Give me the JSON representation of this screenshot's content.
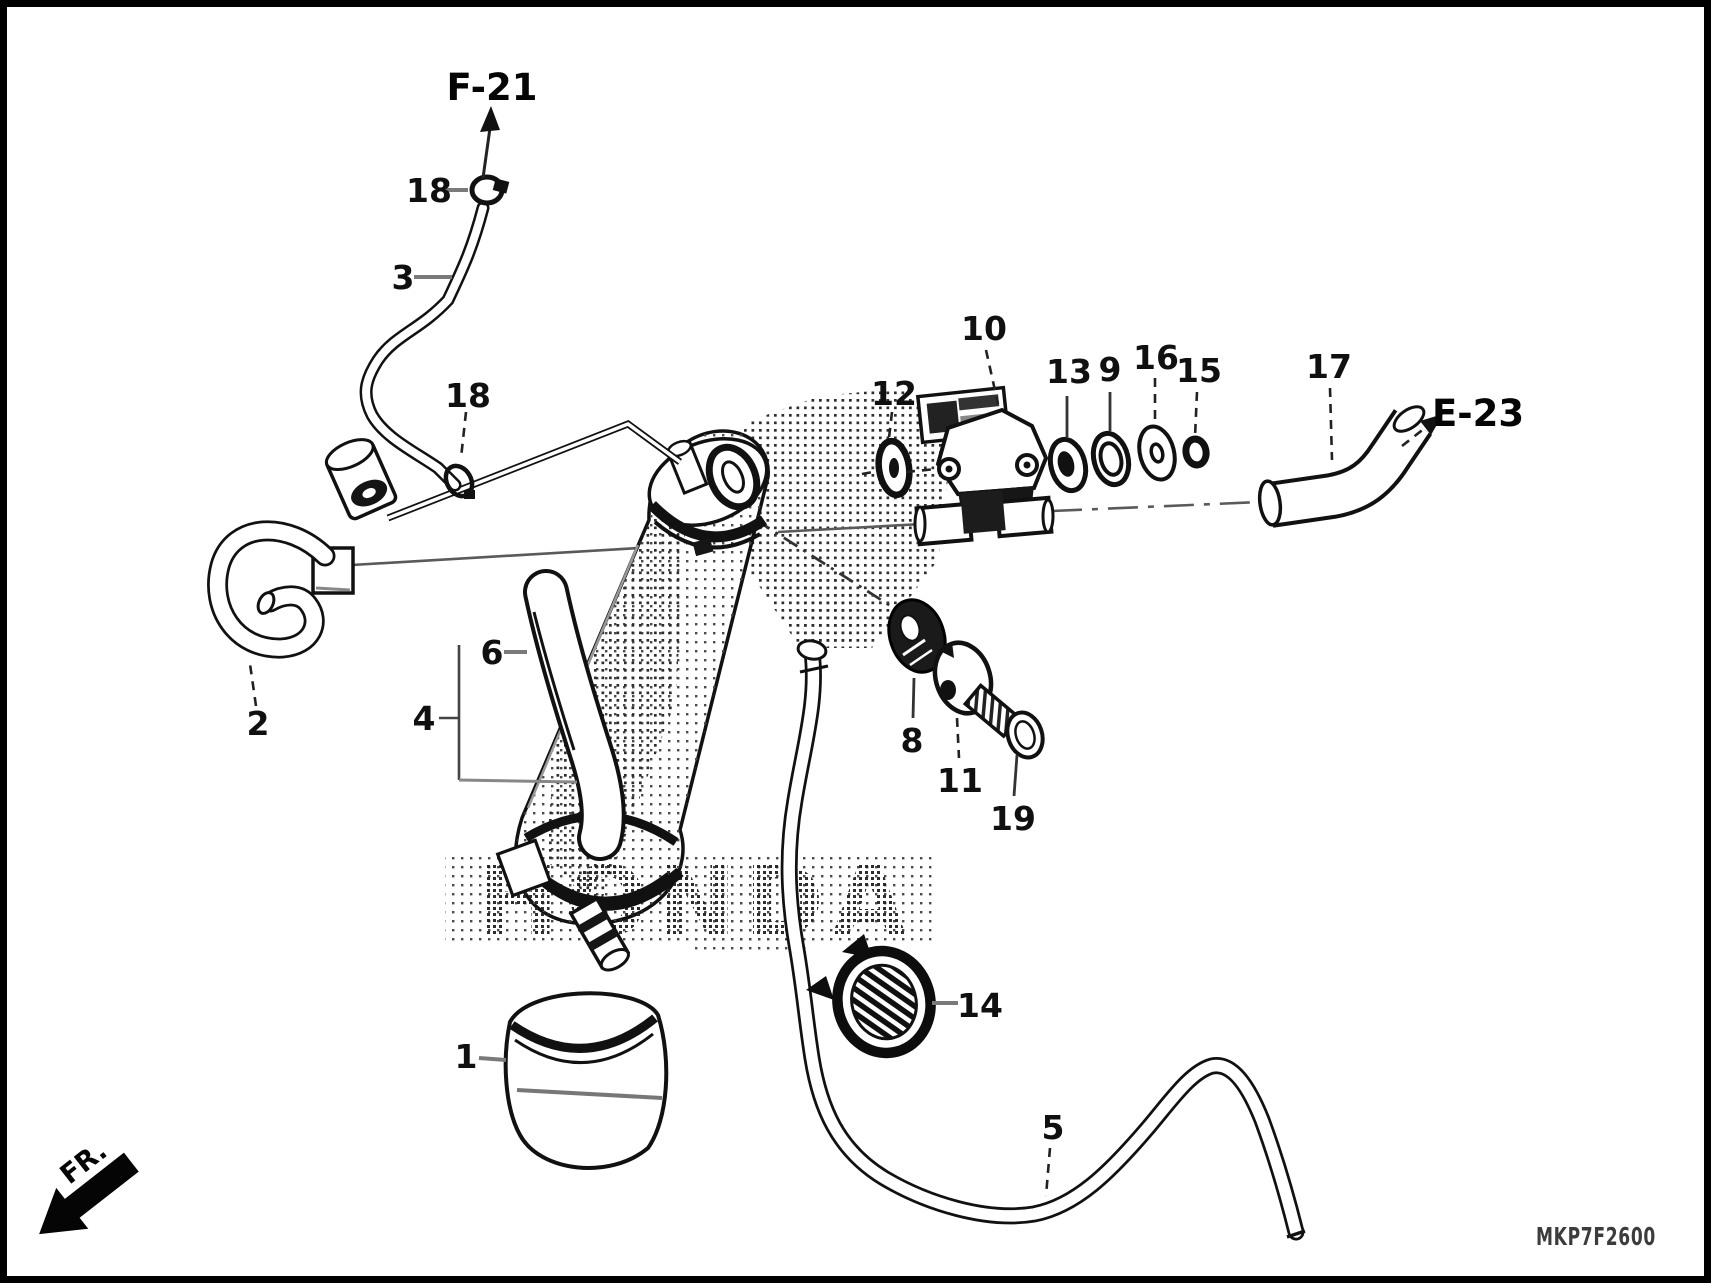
{
  "diagram": {
    "refs": {
      "f21": "F-21",
      "e23": "E-23"
    },
    "direction": "FR.",
    "code": "MKP7F2600",
    "watermark": "HONDA",
    "callouts": {
      "c1": "1",
      "c2": "2",
      "c3": "3",
      "c4": "4",
      "c5": "5",
      "c6": "6",
      "c8": "8",
      "c9": "9",
      "c10": "10",
      "c11": "11",
      "c12": "12",
      "c13": "13",
      "c14": "14",
      "c15": "15",
      "c16": "16",
      "c17": "17",
      "c18a": "18",
      "c18b": "18",
      "c19": "19"
    },
    "colors": {
      "ink": "#111111",
      "leader_gray": "#7a7a7a",
      "code_text": "#3c3c3c",
      "background": "#ffffff"
    }
  }
}
